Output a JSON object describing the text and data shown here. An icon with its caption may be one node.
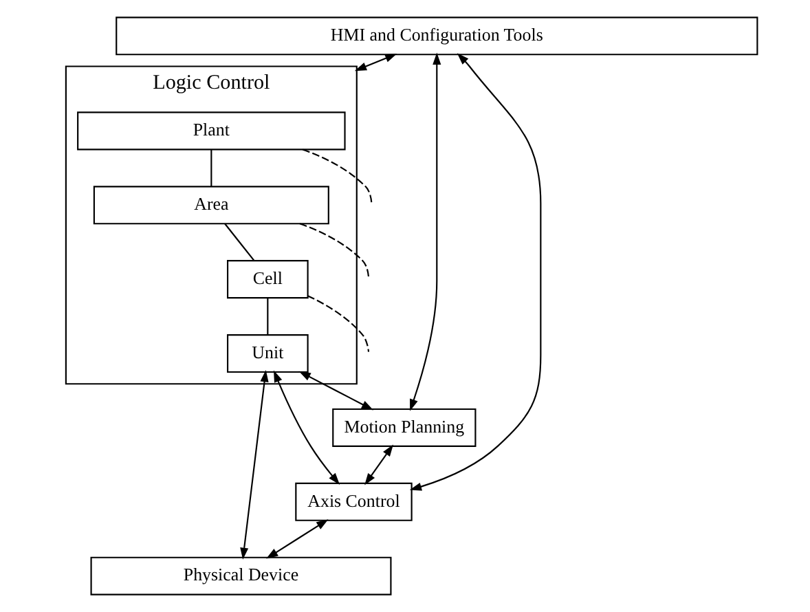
{
  "diagram": {
    "nodes": [
      {
        "text": [
          "HMI and Configuration Tools"
        ]
      },
      {
        "text": [
          "Logic Control"
        ]
      },
      {
        "text": [
          "Plant"
        ],
        "in": 1
      },
      {
        "text": [
          "Area"
        ],
        "in": 1
      },
      {
        "text": [
          "Cell"
        ],
        "in": 1
      },
      {
        "text": [
          "Unit"
        ],
        "in": 1
      },
      {
        "text": [
          "Motion Planning"
        ]
      },
      {
        "text": [
          "Axis Control"
        ]
      },
      {
        "text": [
          "Physical Device"
        ]
      }
    ],
    "edges": [
      {
        "from": 0,
        "to": 1,
        "arrow": "both"
      },
      {
        "from": 0,
        "to": 7,
        "arrow": "both"
      },
      {
        "from": 0,
        "to": 6,
        "arrow": "both"
      },
      {
        "from": 2,
        "to": 3,
        "arrow": "none"
      },
      {
        "from": 2,
        "to": null,
        "arrow": "none",
        "style": "dashed"
      },
      {
        "from": 3,
        "to": 4,
        "arrow": "none"
      },
      {
        "from": 3,
        "to": null,
        "arrow": "none",
        "style": "dashed"
      },
      {
        "from": 4,
        "to": 5,
        "arrow": "none"
      },
      {
        "from": 4,
        "to": null,
        "arrow": "none",
        "style": "dashed"
      },
      {
        "from": 5,
        "to": 6,
        "arrow": "both"
      },
      {
        "from": 5,
        "to": 7,
        "arrow": "both"
      },
      {
        "from": 5,
        "to": 8,
        "arrow": "both"
      },
      {
        "from": 6,
        "to": 7,
        "arrow": "both"
      },
      {
        "from": 7,
        "to": 8,
        "arrow": "both"
      }
    ]
  }
}
